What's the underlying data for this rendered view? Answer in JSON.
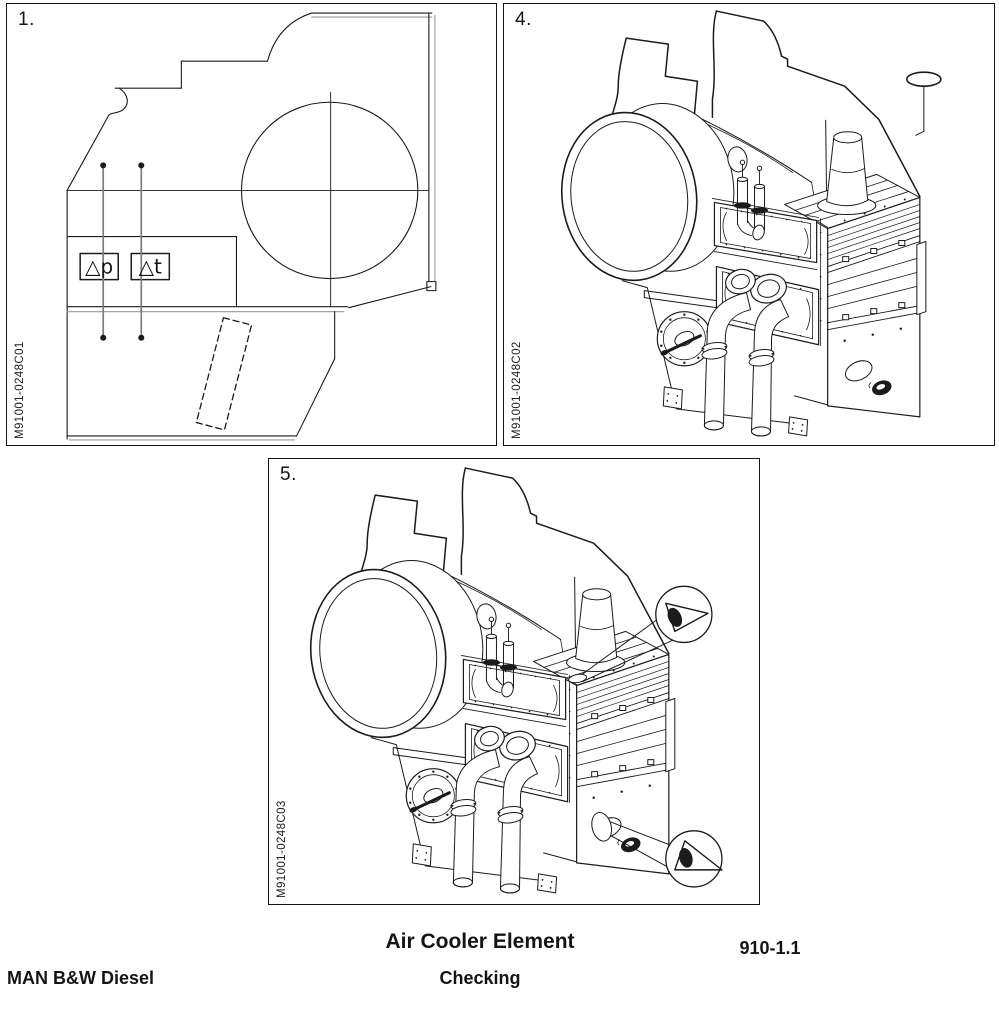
{
  "page": {
    "background": "#ffffff",
    "line_color": "#1b1b1b",
    "measure_line_color": "#7d7d7d"
  },
  "figures": {
    "fig1": {
      "number": "1.",
      "drawing_code": "M91001-0248C01",
      "labels": {
        "delta_p": "△p",
        "delta_t": "△t"
      }
    },
    "fig4": {
      "number": "4.",
      "drawing_code": "M91001-0248C02"
    },
    "fig5": {
      "number": "5.",
      "drawing_code": "M91001-0248C03"
    }
  },
  "footer": {
    "title": "Air Cooler Element",
    "subtitle": "Checking",
    "section_number": "910-1.1",
    "company": "MAN B&W Diesel"
  }
}
